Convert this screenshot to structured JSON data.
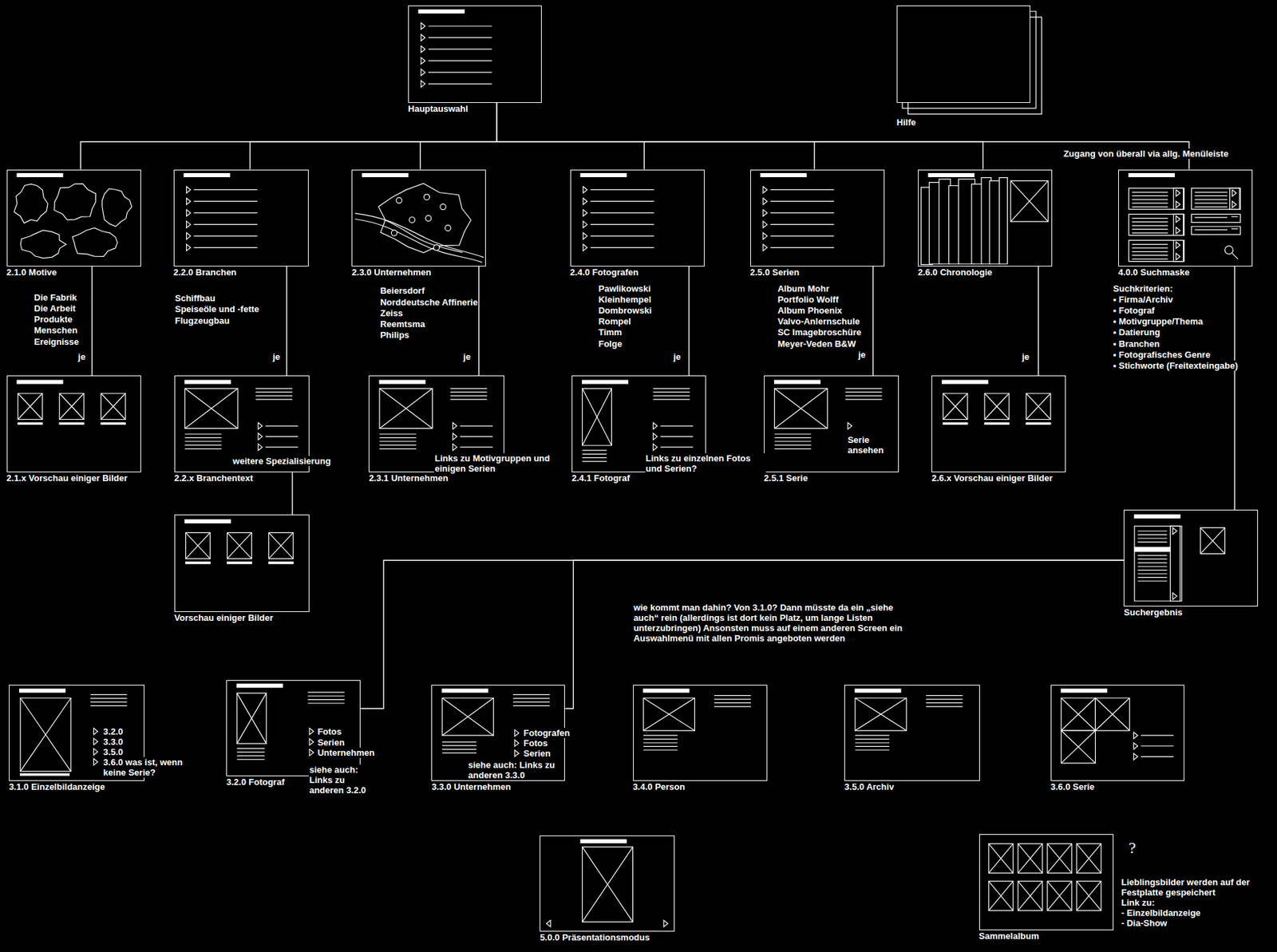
{
  "diagram": {
    "nodes": [
      {
        "text": [
          "Hauptauswahl"
        ]
      },
      {
        "text": [
          "Hilfe"
        ]
      },
      {
        "text": [
          "2.1.0 Motive"
        ]
      },
      {
        "text": [
          "2.2.0 Branchen"
        ]
      },
      {
        "text": [
          "2.3.0 Unternehmen"
        ]
      },
      {
        "text": [
          "2.4.0 Fotografen"
        ]
      },
      {
        "text": [
          "2.5.0 Serien"
        ]
      },
      {
        "text": [
          "2.6.0 Chronologie"
        ]
      },
      {
        "text": [
          "4.0.0 Suchmaske"
        ]
      },
      {
        "text": [
          "2.1.x Vorschau einiger Bilder"
        ]
      },
      {
        "text": [
          "2.2.x Branchentext"
        ]
      },
      {
        "text": [
          "2.3.1 Unternehmen"
        ]
      },
      {
        "text": [
          "2.4.1 Fotograf"
        ]
      },
      {
        "text": [
          "2.5.1 Serie"
        ]
      },
      {
        "text": [
          "2.6.x Vorschau einiger Bilder"
        ]
      },
      {
        "text": [
          "Vorschau einiger Bilder"
        ]
      },
      {
        "text": [
          "Suchergebnis"
        ]
      },
      {
        "text": [
          "3.1.0 Einzelbildanzeige"
        ]
      },
      {
        "text": [
          "3.2.0 Fotograf"
        ]
      },
      {
        "text": [
          "3.3.0 Unternehmen"
        ]
      },
      {
        "text": [
          "3.4.0 Person"
        ]
      },
      {
        "text": [
          "3.5.0 Archiv"
        ]
      },
      {
        "text": [
          "3.6.0 Serie"
        ]
      },
      {
        "text": [
          "5.0.0 Präsentationsmodus"
        ]
      },
      {
        "text": [
          "Sammelalbum"
        ]
      }
    ],
    "edges": [
      {
        "from": 0,
        "to": 2,
        "arrow": "none"
      },
      {
        "from": 0,
        "to": 3,
        "arrow": "none"
      },
      {
        "from": 0,
        "to": 4,
        "arrow": "none"
      },
      {
        "from": 0,
        "to": 5,
        "arrow": "none"
      },
      {
        "from": 0,
        "to": 6,
        "arrow": "none"
      },
      {
        "from": 0,
        "to": 7,
        "arrow": "none"
      },
      {
        "from": 0,
        "to": 8,
        "arrow": "none"
      },
      {
        "from": 2,
        "to": 9,
        "label": "je",
        "arrow": "none"
      },
      {
        "from": 3,
        "to": 10,
        "label": "je",
        "arrow": "none"
      },
      {
        "from": 4,
        "to": 11,
        "label": "je",
        "arrow": "none"
      },
      {
        "from": 5,
        "to": 12,
        "label": "je",
        "arrow": "none"
      },
      {
        "from": 6,
        "to": 13,
        "label": "je",
        "arrow": "none"
      },
      {
        "from": 7,
        "to": 14,
        "label": "je",
        "arrow": "none"
      },
      {
        "from": 10,
        "to": 15,
        "arrow": "none"
      },
      {
        "from": 8,
        "to": 16,
        "arrow": "none"
      },
      {
        "from": 16,
        "to": 18,
        "arrow": "none"
      },
      {
        "from": 16,
        "to": 19,
        "arrow": "none"
      }
    ],
    "labels": [
      "Zugang von überall via allg. Menüleiste",
      "Die Fabrik",
      "Die Arbeit",
      "Produkte",
      "Menschen",
      "Ereignisse",
      "Schiffbau",
      "Speiseöle und -fette",
      "Flugzeugbau",
      "Beiersdorf",
      "Norddeutsche Affinerie",
      "Zeiss",
      "Reemtsma",
      "Philips",
      "Pawlikowski",
      "Kleinhempel",
      "Dombrowski",
      "Rompel",
      "Timm",
      "Folge",
      "Album Mohr",
      "Portfolio Wolff",
      "Album Phoenix",
      "Valvo-Anlernschule",
      "SC Imagebroschüre",
      "Meyer-Veden B&W",
      "Suchkriterien:",
      "• Firma/Archiv",
      "• Fotograf",
      "• Motivgruppe/Thema",
      "• Datierung",
      "• Branchen",
      "• Fotografisches Genre",
      "• Stichworte (Freitexteingabe)",
      "weitere Spezialisierung",
      "Links zu Motivgruppen und einigen Serien",
      "Links zu einzelnen Fotos und Serien?",
      "Serie ansehen",
      "wie kommt man dahin? Von 3.1.0? Dann müsste da ein „siehe auch“ rein (allerdings ist dort kein Platz, um lange Listen unterzubringen) Ansonsten muss auf einem anderen Screen ein Auswahlmenü mit allen Promis angeboten werden",
      "3.2.0",
      "3.3.0",
      "3.5.0",
      "3.6.0 was ist, wenn keine Serie?",
      "Fotos",
      "Serien",
      "Unternehmen",
      "siehe auch: Links zu anderen 3.2.0",
      "Fotografen",
      "Fotos",
      "Serien",
      "siehe auch: Links zu anderen 3.3.0",
      "?",
      "Lieblingsbilder werden auf der Festplatte gespeichert",
      "Link zu:",
      "- Einzelbildanzeige",
      "- Dia-Show"
    ]
  }
}
